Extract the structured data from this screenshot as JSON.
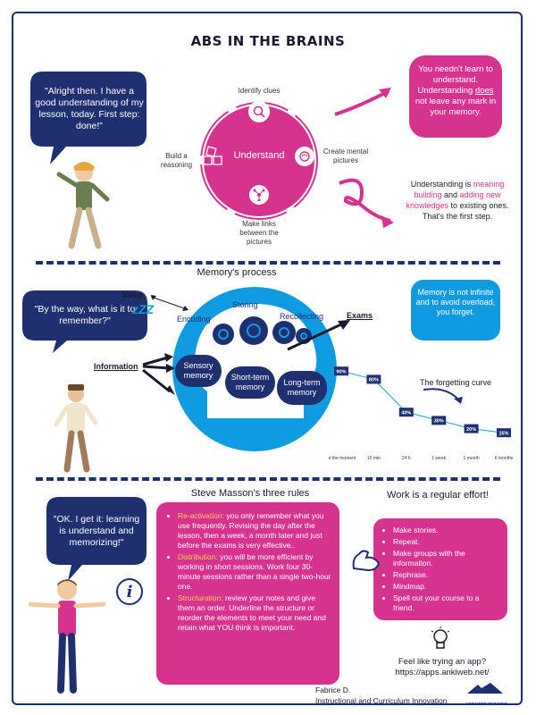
{
  "title": "ABS IN THE BRAINS",
  "section1": {
    "quote": "\"Alright then. I have a good understanding of my lesson, today. First step: done!\"",
    "cycle_center": "Understand",
    "labels": {
      "identify": "Identify clues",
      "mental": "Create mental pictures",
      "links": "Make links between the pictures",
      "reasoning": "Build a reasoning"
    },
    "pink_note": {
      "p1": "You needn't learn to understand.",
      "p2": "Understanding",
      "p3": "does",
      "p4": "not leave any mark in your memory."
    },
    "understanding_note": {
      "p1": "Understanding is",
      "p2": "meaning building",
      "p3": "and",
      "p4": "adding new knowledges",
      "p5": "to existing ones. That's the first step."
    }
  },
  "section2": {
    "title": "Memory's process",
    "quote": "\"By the way, what is it to remember?\"",
    "sleep": "Sleep",
    "zzz": "zZZ",
    "encoding": "Encoding",
    "storing": "Storing",
    "recollecting": "Recollecting",
    "exams": "Exams",
    "information": "Information",
    "sensory": "Sensory memory",
    "short_term": "Short-term memory",
    "long_term": "Long-term memory",
    "blue_note": {
      "p1": "Memory is",
      "p2": "not",
      "p3": "infinite",
      "p4": "and to avoid overload,",
      "p5": "you",
      "p6": "forget."
    },
    "curve_title": "The forgetting curve"
  },
  "chart_data": {
    "type": "line",
    "title": "The forgetting curve",
    "categories": [
      "At the moment",
      "10 min",
      "24 h",
      "1 week",
      "1 month",
      "6 months"
    ],
    "values": [
      90,
      80,
      40,
      30,
      20,
      15
    ],
    "value_labels": [
      "90%",
      "80%",
      "40%",
      "30%",
      "20%",
      "15%"
    ],
    "ylim": [
      0,
      100
    ]
  },
  "section3": {
    "quote": "\"OK. I get it: learning is understand and memorizing!\"",
    "rules_title": "Steve Masson's three rules",
    "rules": [
      {
        "term": "Re-activation:",
        "text": "you only remember what you use frequently. Revising the day after the lesson, then a week, a month later and just before the exams is very effective.."
      },
      {
        "term": "Distribution:",
        "text": "you will be more efficient by working in short sessions. Work four 30-minute sessions rather than a single two-hour one."
      },
      {
        "term": "Structuration:",
        "text": "review your notes and give them an order. Underline the structure or reorder the elements to meet your need and retain what YOU think is important."
      }
    ],
    "effort_title": "Work is a regular effort!",
    "effort_items": [
      "Make stories.",
      "Repeat.",
      "Make groups with the information.",
      "Rephrase.",
      "Mindmap.",
      "Spell out your course to a friend."
    ],
    "app_line1": "Feel like trying an app?",
    "app_line2": "https://apps.ankiweb.net/"
  },
  "footer": {
    "author": "Fabrice D.",
    "dept": "Instructional and Curriculum Innovation",
    "logo_text": "UNFAIRED THINKING"
  },
  "colors": {
    "navy": "#1f3070",
    "pink": "#d6338e",
    "blue": "#0f9be0"
  },
  "icons": [
    "magnifier-icon",
    "brain-icon",
    "network-icon",
    "cubes-icon",
    "info-icon",
    "lightbulb-icon",
    "muscle-icon",
    "gear-icon"
  ]
}
